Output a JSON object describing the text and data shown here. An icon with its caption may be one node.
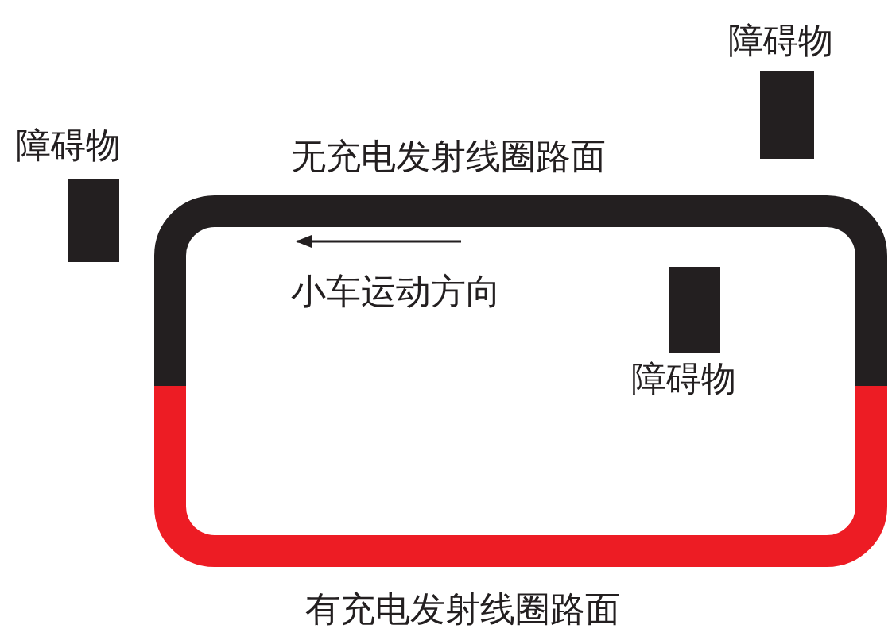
{
  "diagram": {
    "nodes": [
      {
        "text": [
          "障碍物"
        ]
      },
      {
        "text": [
          "障碍物"
        ]
      },
      {
        "text": [
          "障碍物"
        ]
      }
    ],
    "labels": [
      "无充电发射线圈路面",
      "小车运动方向",
      "有充电发射线圈路面"
    ]
  }
}
